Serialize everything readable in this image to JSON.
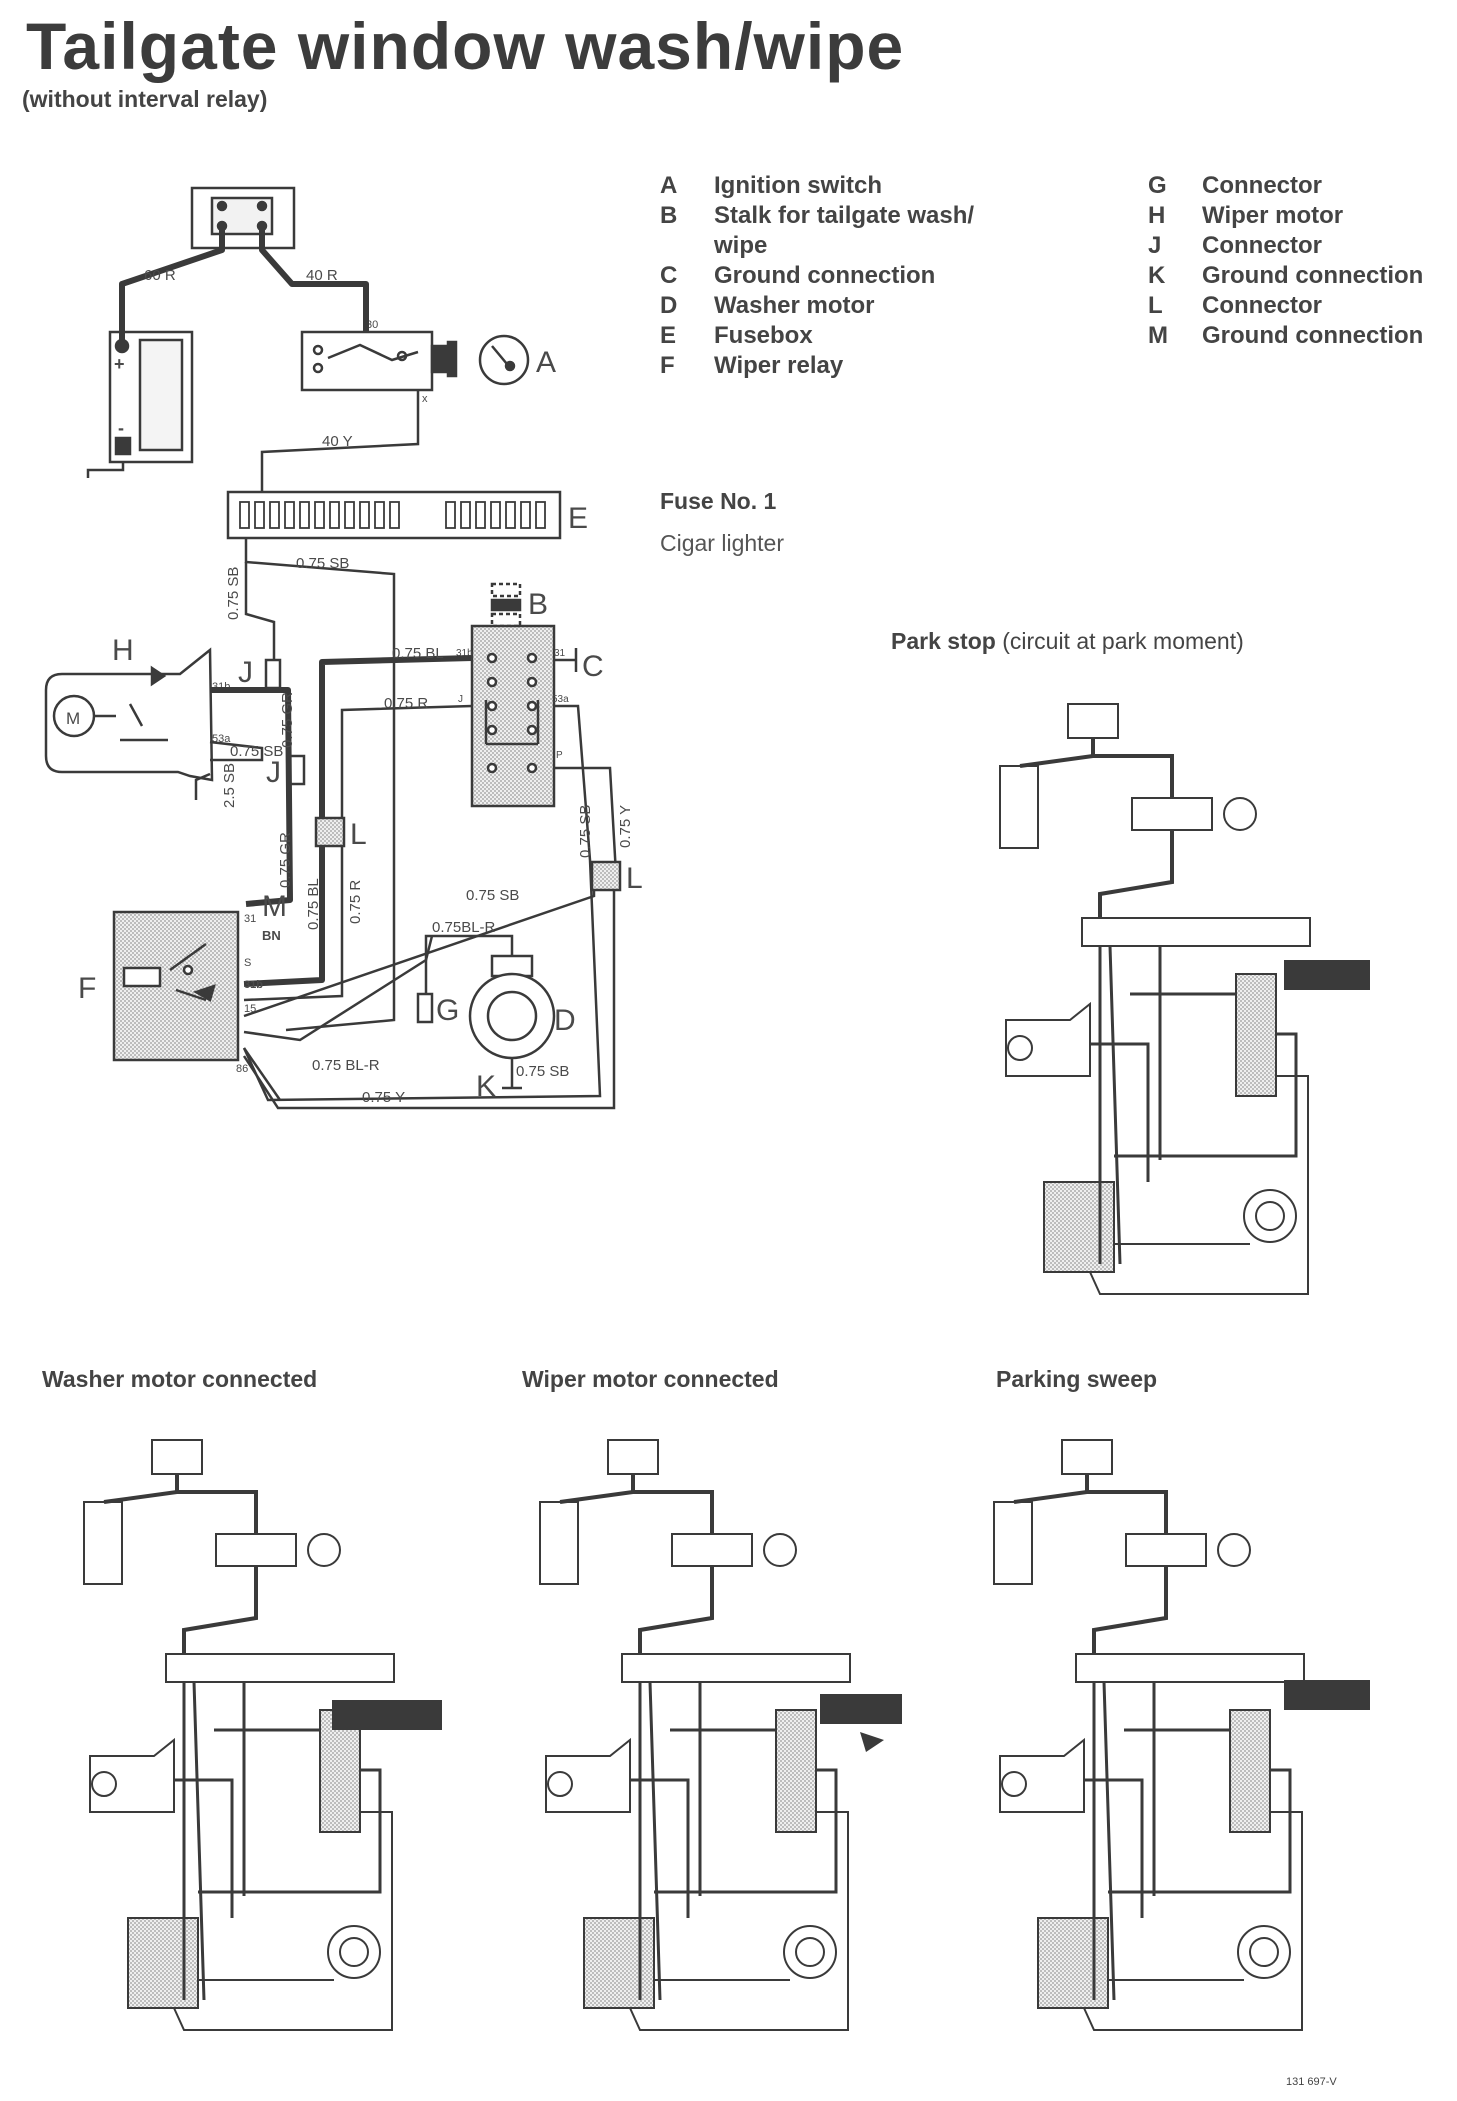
{
  "header": {
    "title": "Tailgate window wash/wipe",
    "subtitle": "(without interval relay)"
  },
  "legend": {
    "left": [
      {
        "key": "A",
        "label": "Ignition switch"
      },
      {
        "key": "B",
        "label": "Stalk for tailgate wash/"
      },
      {
        "key": "",
        "label": "wipe"
      },
      {
        "key": "C",
        "label": "Ground connection"
      },
      {
        "key": "D",
        "label": "Washer motor"
      },
      {
        "key": "E",
        "label": "Fusebox"
      },
      {
        "key": "F",
        "label": "Wiper relay"
      }
    ],
    "right": [
      {
        "key": "G",
        "label": "Connector"
      },
      {
        "key": "H",
        "label": "Wiper motor"
      },
      {
        "key": "J",
        "label": "Connector"
      },
      {
        "key": "K",
        "label": "Ground connection"
      },
      {
        "key": "L",
        "label": "Connector"
      },
      {
        "key": "M",
        "label": "Ground connection"
      }
    ]
  },
  "fuse": {
    "title": "Fuse No. 1",
    "description": "Cigar lighter"
  },
  "main_diagram": {
    "component_letters": {
      "A": "A",
      "B": "B",
      "C": "C",
      "D": "D",
      "E": "E",
      "F": "F",
      "G": "G",
      "H": "H",
      "J": "J",
      "J2": "J",
      "K": "K",
      "L": "L",
      "L2": "L",
      "M": "M"
    },
    "wire_labels": {
      "w60r": "60 R",
      "w40r": "40 R",
      "w40y": "40 Y",
      "w075sb_top": "0.75 SB",
      "w075sb_vert": "0.75 SB",
      "w075bl": "0.75 BL",
      "w075r": "0.75 R",
      "w075sb_h": "0.75 SB",
      "w075gr": "0.75 GR",
      "w25sb": "2.5 SB",
      "w075gr2": "0.75 GR",
      "w075bl2": "0.75 BL",
      "w075r2": "0.75 R",
      "w075sb_mid": "0.75 SB",
      "w075y": "0.75 Y",
      "w075sb_right": "0.75 SB",
      "w075blr": "0.75BL-R",
      "w075blr2": "0.75 BL-R",
      "w075y_bot": "0.75 Y",
      "w075sb_k": "0.75 SB"
    },
    "terminal_labels": {
      "t30": "30",
      "tx": "x",
      "t31b_sw": "31b",
      "t31_sw": "31",
      "tj_sw": "J",
      "t53a_sw": "53a",
      "tp_sw": "P",
      "t31b_m": "31b",
      "t53a_m": "53a",
      "r31": "31",
      "rbn": "BN",
      "r5": "S",
      "r31b": "31b",
      "r15": "15",
      "r86": "86",
      "plus": "+",
      "minus": "-"
    }
  },
  "small_diagrams": [
    {
      "title": "Park stop",
      "note": "(circuit at park moment)"
    },
    {
      "title": "Washer motor connected",
      "note": ""
    },
    {
      "title": "Wiper motor connected",
      "note": ""
    },
    {
      "title": "Parking sweep",
      "note": ""
    }
  ],
  "reference": "131 697-V",
  "colors": {
    "ink": "#3a3a3a",
    "wire_heavy": "#3c3c3c",
    "shading": "#cfcfcf"
  }
}
